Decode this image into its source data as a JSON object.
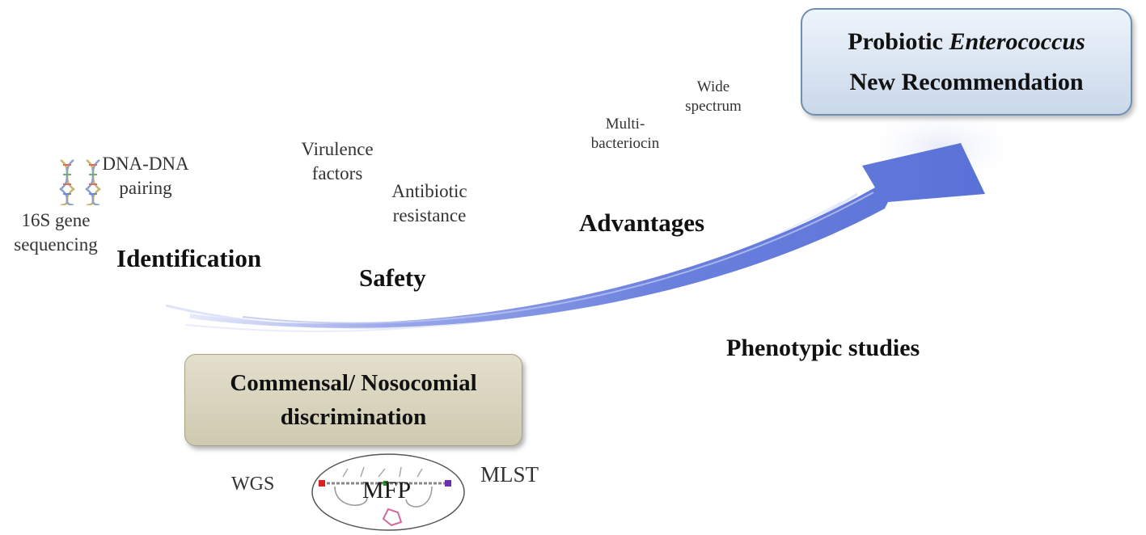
{
  "top_box": {
    "line1_prefix": "Probiotic ",
    "line1_italic": "Enterococcus",
    "line2": "New Recommendation"
  },
  "bottom_box": {
    "line1": "Commensal/ Nosocomial",
    "line2": "discrimination"
  },
  "stages": {
    "identification": "Identification",
    "safety": "Safety",
    "advantages": "Advantages",
    "phenotypic": "Phenotypic studies"
  },
  "identification_methods": {
    "dna_pairing_1": "DNA-DNA",
    "dna_pairing_2": "pairing",
    "gene_seq_1": "16S gene",
    "gene_seq_2": "sequencing"
  },
  "safety_items": {
    "virulence_1": "Virulence",
    "virulence_2": "factors",
    "antibiotic_1": "Antibiotic",
    "antibiotic_2": "resistance"
  },
  "advantage_items": {
    "multi_1": "Multi-",
    "multi_2": "bacteriocin",
    "wide_1": "Wide",
    "wide_2": "spectrum"
  },
  "typing": {
    "wgs": "WGS",
    "mfp": "MFP",
    "mlst": "MLST"
  },
  "colors": {
    "arrow": "#5a72d8",
    "arrow_light": "#c7cff3",
    "top_box_border": "#6f8fb0",
    "bottom_box_fill": "#d8d3bd"
  },
  "icons": [
    "dna-helix-icon",
    "dna-helix-icon",
    "mfp-diagram-icon"
  ]
}
